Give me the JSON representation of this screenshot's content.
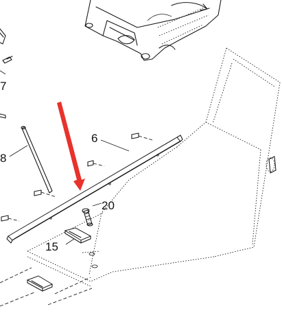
{
  "callouts": {
    "c6": "6",
    "c7": "7",
    "c8": "8",
    "c15": "15",
    "c20": "20"
  },
  "arrow": {
    "color": "#e8322b"
  }
}
